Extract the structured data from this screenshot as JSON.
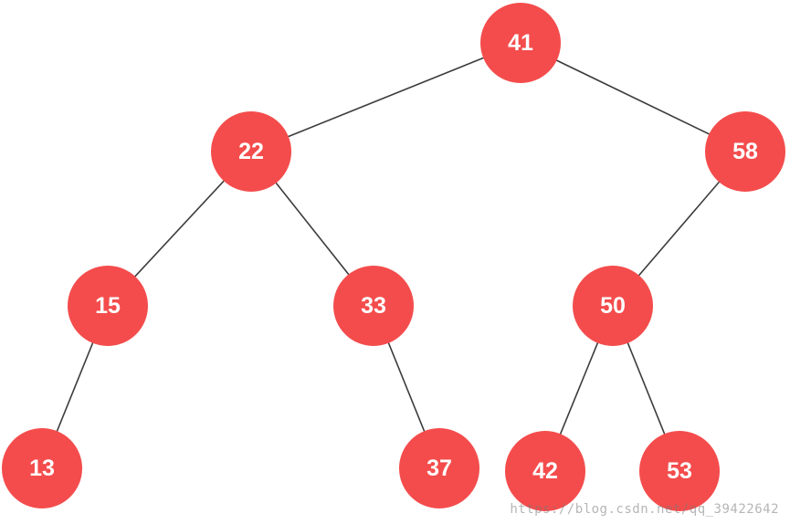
{
  "diagram": {
    "type": "binary-tree",
    "colors": {
      "node_fill": "#f44c4c",
      "node_text": "#ffffff",
      "edge": "#3c3c3c",
      "background": "#ffffff"
    },
    "nodes": [
      {
        "id": "n41",
        "label": "41"
      },
      {
        "id": "n22",
        "label": "22"
      },
      {
        "id": "n58",
        "label": "58"
      },
      {
        "id": "n15",
        "label": "15"
      },
      {
        "id": "n33",
        "label": "33"
      },
      {
        "id": "n50",
        "label": "50"
      },
      {
        "id": "n13",
        "label": "13"
      },
      {
        "id": "n37",
        "label": "37"
      },
      {
        "id": "n42",
        "label": "42"
      },
      {
        "id": "n53",
        "label": "53"
      }
    ],
    "edges": [
      {
        "from": "n41",
        "to": "n22"
      },
      {
        "from": "n41",
        "to": "n58"
      },
      {
        "from": "n22",
        "to": "n15"
      },
      {
        "from": "n22",
        "to": "n33"
      },
      {
        "from": "n58",
        "to": "n50"
      },
      {
        "from": "n15",
        "to": "n13"
      },
      {
        "from": "n33",
        "to": "n37"
      },
      {
        "from": "n50",
        "to": "n42"
      },
      {
        "from": "n50",
        "to": "n53"
      }
    ]
  },
  "watermark": "https://blog.csdn.net/qq_39422642"
}
